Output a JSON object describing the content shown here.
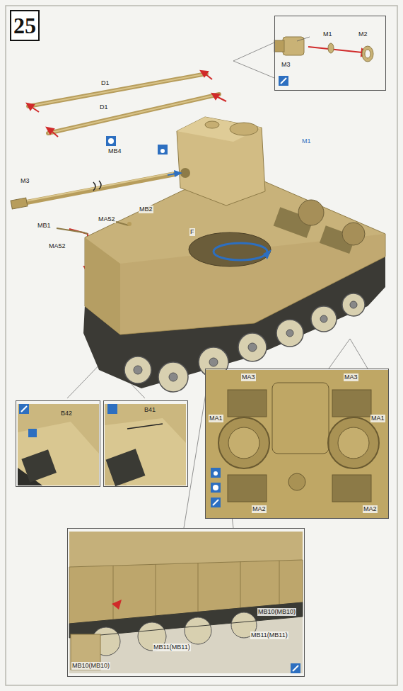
{
  "diagram": {
    "nodes": [
      {
        "text": [
          "25"
        ]
      },
      {
        "text": [
          "M3",
          "M1",
          "M2"
        ]
      },
      {
        "text": [
          "B42"
        ]
      },
      {
        "text": [
          "B41"
        ]
      },
      {
        "text": [
          "MA3",
          "MA3",
          "MA1",
          "MA1",
          "MA2",
          "MA2"
        ]
      },
      {
        "text": [
          "MB10(MB10)",
          "MB11(MB11)",
          "MB11(MB11)",
          "MB10(MB10)"
        ]
      }
    ],
    "labels": [
      "D1",
      "D1",
      "MB4",
      "M3",
      "M1",
      "F",
      "MB1",
      "MA52",
      "MA52",
      "MB2"
    ]
  }
}
